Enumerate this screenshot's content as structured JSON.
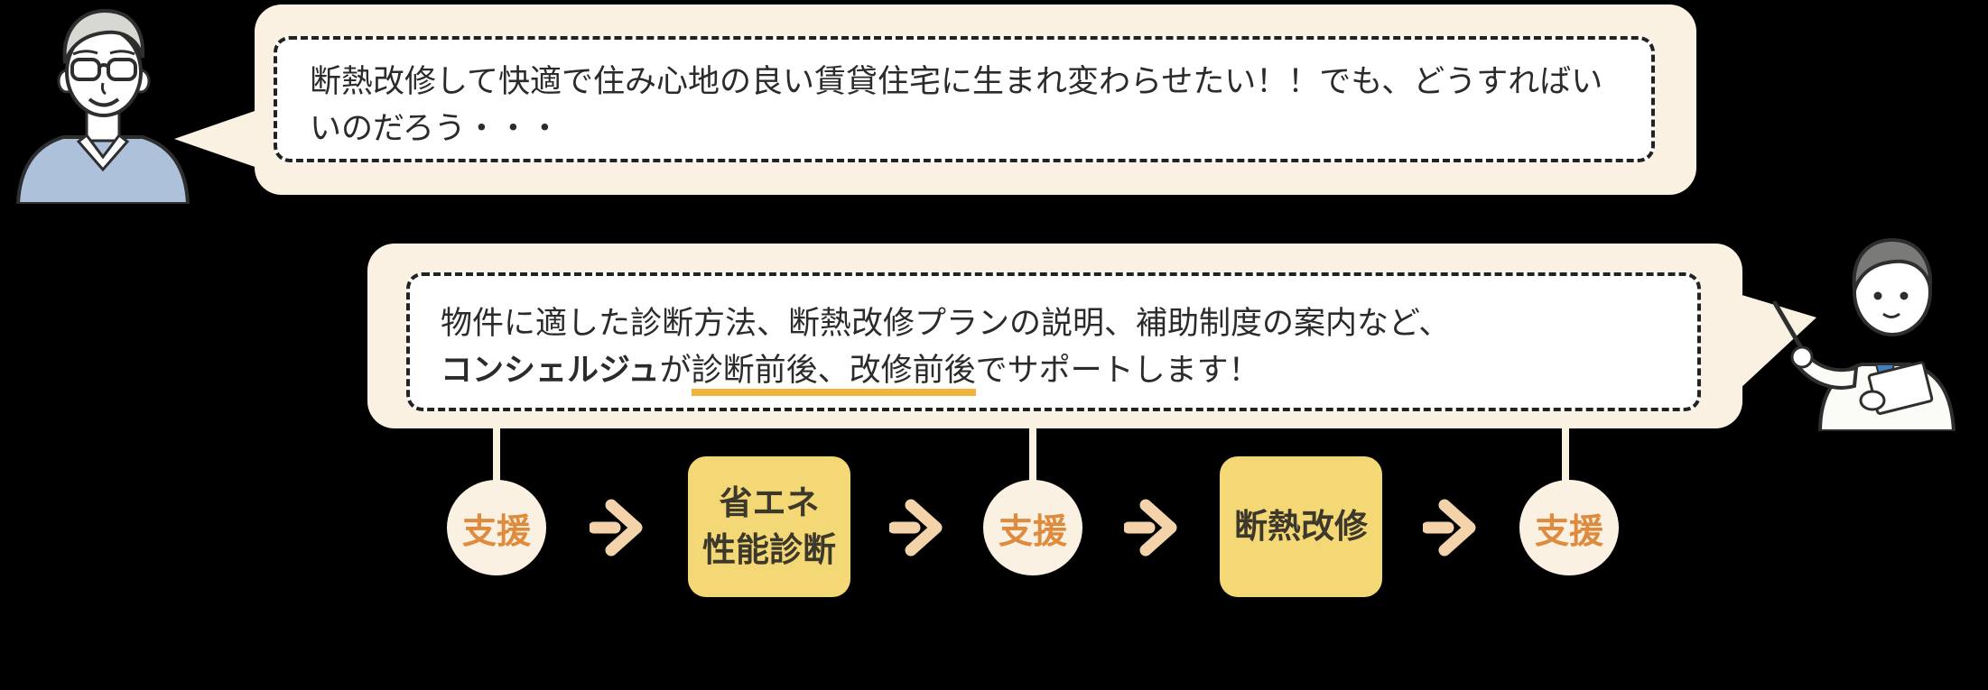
{
  "scene": {
    "background_color": "#000000",
    "speech_bubble_color": "#FAF1E3",
    "inner_panel_color": "#FFFFFF",
    "dashed_border_color": "#222222",
    "text_color": "#2B2B2B",
    "support_text_color": "#DE8B3D",
    "arrow_color": "#F4D2AA",
    "underline_color": "#F2B33C",
    "process_box_color": "#F5D876",
    "process_box_text_color": "#3C382B"
  },
  "owner": {
    "bubble": {
      "line1": "断熱改修して快適で住み心地の良い賃貸住宅に生まれ変わらせたい！！でも、どうすればい",
      "line2": "いのだろう・・・"
    }
  },
  "concierge": {
    "bubble": {
      "line1": "物件に適した診断方法、断熱改修プランの説明、補助制度の案内など、",
      "line2_bold": "コンシェルジュ",
      "line2_plain": "が",
      "line2_underlined": "診断前後、改修前後",
      "line2_rest": "でサポートします！"
    }
  },
  "flow": {
    "steps": [
      {
        "kind": "support",
        "label": "支援"
      },
      {
        "kind": "process",
        "label_line1": "省エネ",
        "label_line2": "性能診断"
      },
      {
        "kind": "support",
        "label": "支援"
      },
      {
        "kind": "process",
        "label_line1": "断熱改修"
      },
      {
        "kind": "support",
        "label": "支援"
      }
    ]
  }
}
